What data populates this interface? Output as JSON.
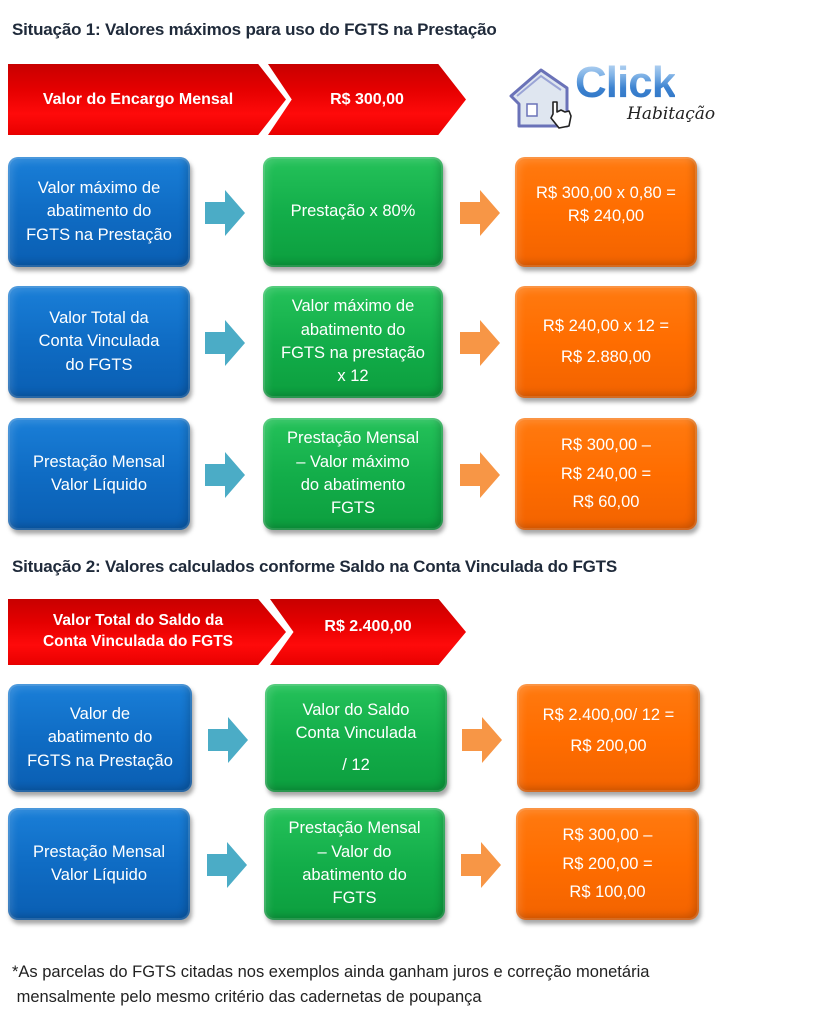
{
  "situation1": {
    "title": "Situação 1: Valores máximos para uso do FGTS na Prestação",
    "header": {
      "label": "Valor do Encargo Mensal",
      "value": "R$ 300,00"
    },
    "rows": [
      {
        "description": [
          "Valor máximo de",
          "abatimento do",
          "FGTS na Prestação"
        ],
        "formula": [
          "Prestação x 80%"
        ],
        "result": [
          "R$ 300,00 x 0,80 =",
          "R$ 240,00"
        ]
      },
      {
        "description": [
          "Valor Total da",
          "Conta Vinculada",
          "do FGTS"
        ],
        "formula": [
          "Valor máximo de",
          "abatimento do",
          "FGTS na prestação",
          "x 12"
        ],
        "result": [
          "R$ 240,00 x 12 =",
          "R$ 2.880,00"
        ]
      },
      {
        "description": [
          "Prestação Mensal",
          "Valor Líquido"
        ],
        "formula": [
          "Prestação Mensal",
          "– Valor  máximo",
          "do abatimento",
          "FGTS"
        ],
        "result": [
          "R$ 300,00 –",
          "R$ 240,00 =",
          "R$ 60,00"
        ]
      }
    ]
  },
  "situation2": {
    "title": "Situação 2: Valores calculados conforme Saldo na Conta Vinculada do FGTS",
    "header": {
      "label": [
        "Valor Total do Saldo da",
        "Conta Vinculada do FGTS"
      ],
      "value": "R$ 2.400,00"
    },
    "rows": [
      {
        "description": [
          "Valor de",
          "abatimento do",
          "FGTS na Prestação"
        ],
        "formula": [
          "Valor do Saldo",
          "Conta Vinculada",
          "/ 12"
        ],
        "result": [
          "R$ 2.400,00/ 12 =",
          "R$ 200,00"
        ]
      },
      {
        "description": [
          "Prestação Mensal",
          "Valor Líquido"
        ],
        "formula": [
          "Prestação Mensal",
          "– Valor do",
          "abatimento do",
          "FGTS"
        ],
        "result": [
          "R$ 300,00 –",
          "R$ 200,00 =",
          "R$ 100,00"
        ]
      }
    ]
  },
  "logo": {
    "brand": "Click",
    "subtitle": "Habitação",
    "icon": "house-pointer-icon"
  },
  "footnote": [
    "*As parcelas do FGTS citadas nos exemplos ainda ganham juros e correção monetária",
    " mensalmente pelo mesmo critério das cadernetas de poupança"
  ],
  "colors": {
    "header_red": "#e00000",
    "description_blue": "#0f6cc4",
    "formula_green": "#13ae4a",
    "result_orange": "#ff6d00",
    "arrow_teal": "#4bacc6",
    "arrow_orange": "#f79646",
    "title_text": "#1f2a3a"
  }
}
